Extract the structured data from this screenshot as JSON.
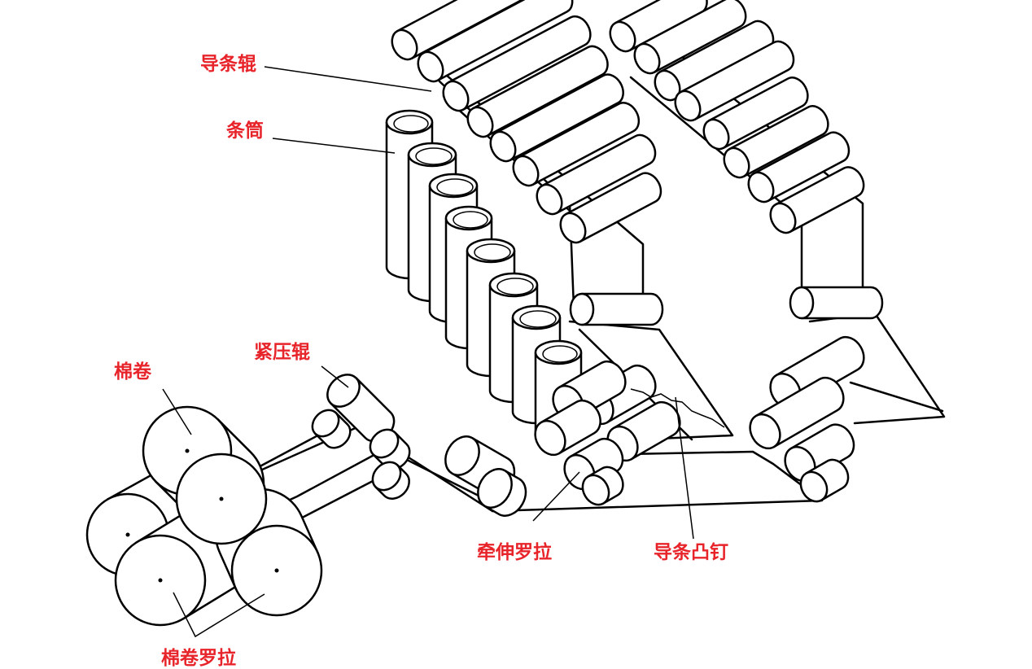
{
  "labels": {
    "guide_roller": "导条辊",
    "sliver_can": "条筒",
    "compress_roller": "紧压辊",
    "lap": "棉卷",
    "draft_roller": "牵伸罗拉",
    "guide_pin": "导条凸钉",
    "lap_roller": "棉卷罗拉"
  },
  "colors": {
    "label": "#e8242b",
    "line": "#000000",
    "background": "#ffffff"
  }
}
